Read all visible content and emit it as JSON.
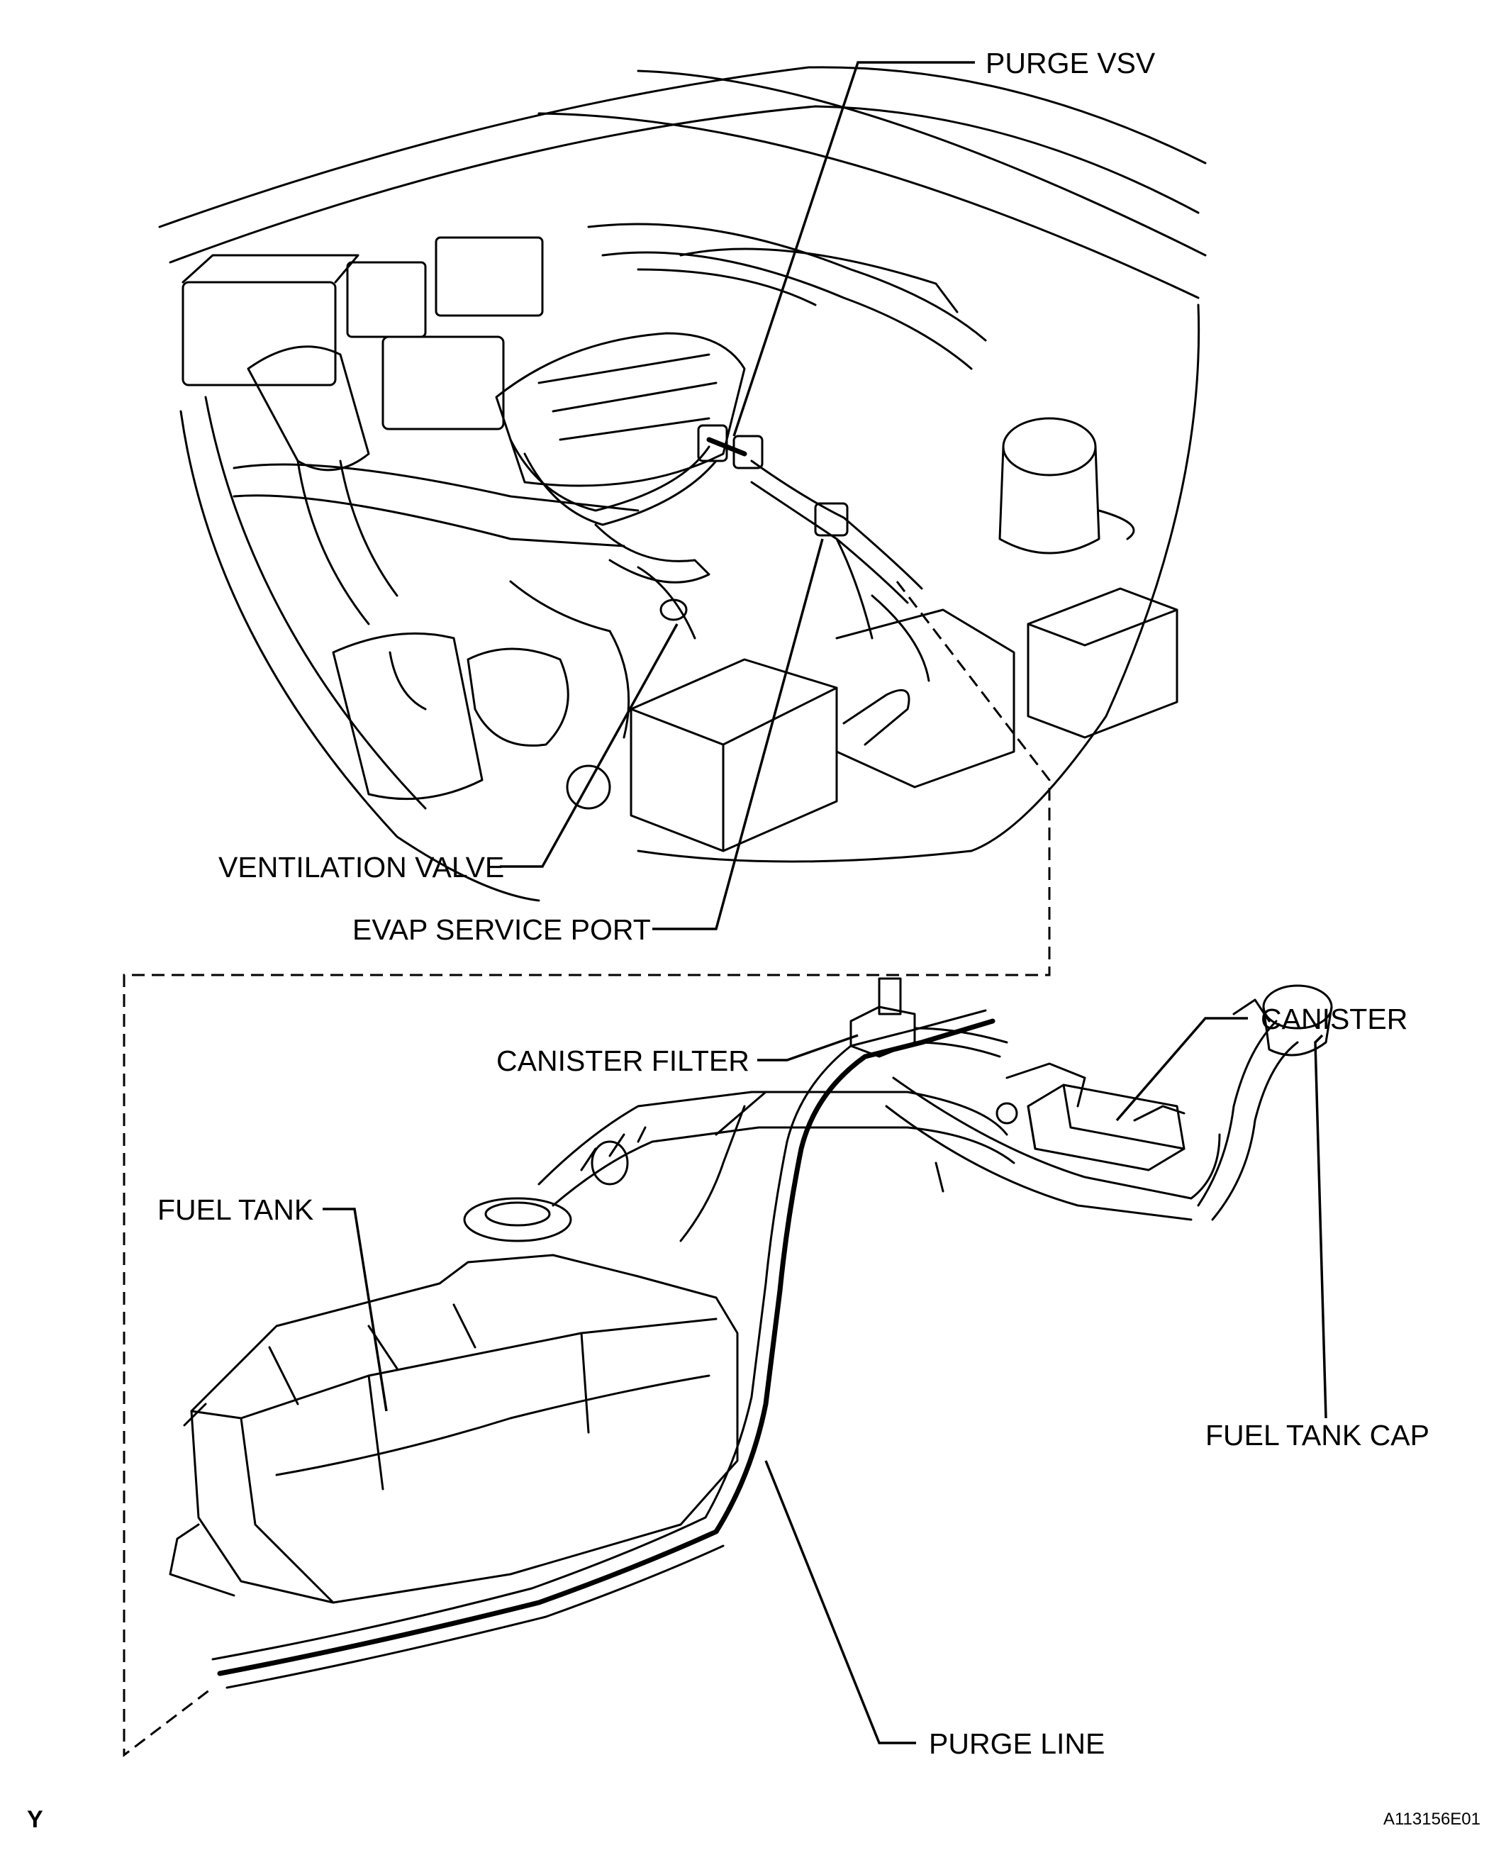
{
  "labels": {
    "purge_vsv": "PURGE VSV",
    "ventilation_valve": "VENTILATION VALVE",
    "evap_service_port": "EVAP SERVICE PORT",
    "canister": "CANISTER",
    "canister_filter": "CANISTER FILTER",
    "fuel_tank": "FUEL TANK",
    "fuel_tank_cap": "FUEL TANK CAP",
    "purge_line": "PURGE LINE"
  },
  "corner_marks": {
    "section_letter": "Y",
    "figure_id": "A113156E01"
  }
}
